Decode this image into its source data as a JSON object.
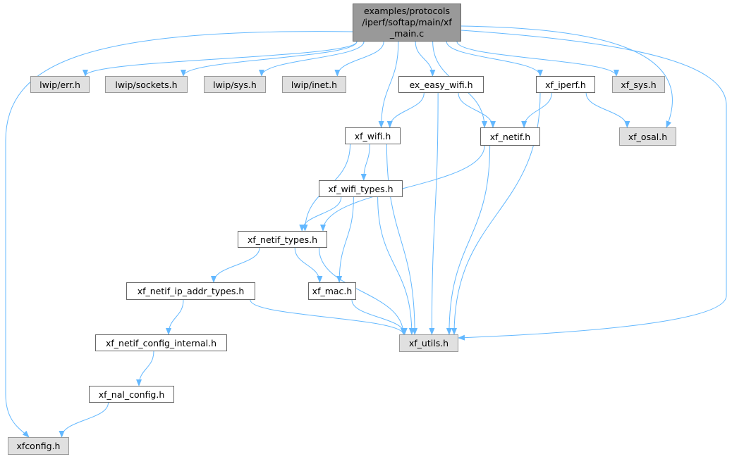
{
  "root": {
    "lines": [
      "examples/protocols",
      "/iperf/softap/main/xf",
      "_main.c"
    ]
  },
  "nodes": {
    "lwip_err": "lwip/err.h",
    "lwip_sockets": "lwip/sockets.h",
    "lwip_sys": "lwip/sys.h",
    "lwip_inet": "lwip/inet.h",
    "ex_easy_wifi": "ex_easy_wifi.h",
    "xf_iperf": "xf_iperf.h",
    "xf_sys": "xf_sys.h",
    "xf_wifi": "xf_wifi.h",
    "xf_netif": "xf_netif.h",
    "xf_osal": "xf_osal.h",
    "xf_wifi_types": "xf_wifi_types.h",
    "xf_netif_types": "xf_netif_types.h",
    "xf_netif_ip_addr_types": "xf_netif_ip_addr_types.h",
    "xf_mac": "xf_mac.h",
    "xf_utils": "xf_utils.h",
    "xf_netif_config_internal": "xf_netif_config_internal.h",
    "xf_nal_config": "xf_nal_config.h",
    "xfconfig": "xfconfig.h"
  },
  "edges": [
    [
      "root",
      "lwip_err"
    ],
    [
      "root",
      "lwip_sockets"
    ],
    [
      "root",
      "lwip_sys"
    ],
    [
      "root",
      "lwip_inet"
    ],
    [
      "root",
      "ex_easy_wifi"
    ],
    [
      "root",
      "xf_iperf"
    ],
    [
      "root",
      "xf_sys"
    ],
    [
      "root",
      "xf_wifi"
    ],
    [
      "root",
      "xf_netif"
    ],
    [
      "root",
      "xf_osal"
    ],
    [
      "root",
      "xf_utils"
    ],
    [
      "root",
      "xfconfig"
    ],
    [
      "ex_easy_wifi",
      "xf_wifi"
    ],
    [
      "ex_easy_wifi",
      "xf_netif"
    ],
    [
      "ex_easy_wifi",
      "xf_utils"
    ],
    [
      "xf_iperf",
      "xf_netif"
    ],
    [
      "xf_iperf",
      "xf_osal"
    ],
    [
      "xf_iperf",
      "xf_utils"
    ],
    [
      "xf_wifi",
      "xf_wifi_types"
    ],
    [
      "xf_wifi",
      "xf_netif_types"
    ],
    [
      "xf_wifi",
      "xf_utils"
    ],
    [
      "xf_netif",
      "xf_netif_types"
    ],
    [
      "xf_netif",
      "xf_utils"
    ],
    [
      "xf_wifi_types",
      "xf_netif_types"
    ],
    [
      "xf_wifi_types",
      "xf_mac"
    ],
    [
      "xf_wifi_types",
      "xf_utils"
    ],
    [
      "xf_netif_types",
      "xf_netif_ip_addr_types"
    ],
    [
      "xf_netif_types",
      "xf_mac"
    ],
    [
      "xf_netif_types",
      "xf_utils"
    ],
    [
      "xf_netif_ip_addr_types",
      "xf_netif_config_internal"
    ],
    [
      "xf_netif_ip_addr_types",
      "xf_utils"
    ],
    [
      "xf_mac",
      "xf_utils"
    ],
    [
      "xf_netif_config_internal",
      "xf_nal_config"
    ],
    [
      "xf_nal_config",
      "xfconfig"
    ]
  ],
  "colors": {
    "edge": "#63b8ff",
    "root_fill": "#999999",
    "external_fill": "#e0e0e0",
    "node_fill": "#ffffff",
    "node_border": "#666666",
    "external_border": "#999999"
  }
}
